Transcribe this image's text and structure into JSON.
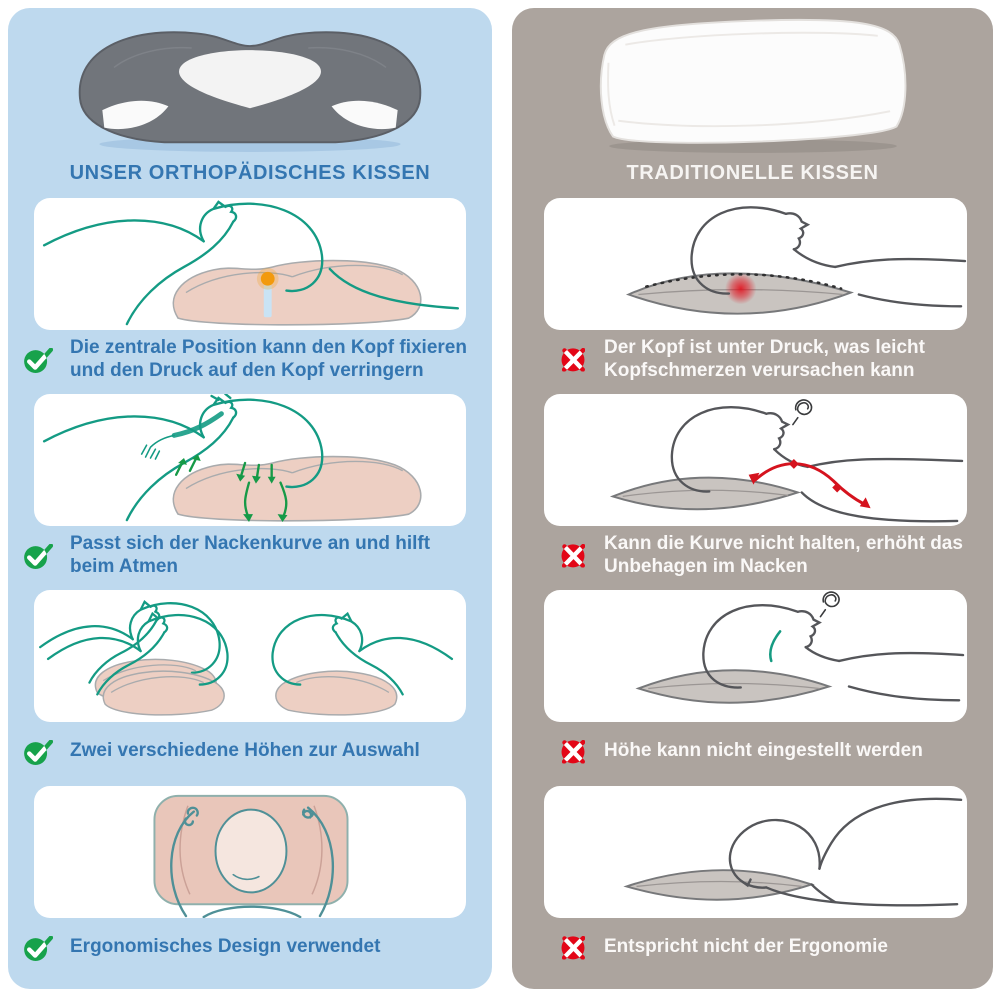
{
  "colors": {
    "left_panel_bg": "#BED9EE",
    "right_panel_bg": "#ACA49E",
    "left_text": "#3476B1",
    "right_text": "#FAF8F7",
    "check_green": "#17A24B",
    "cross_red": "#E30617",
    "lineart_teal": "#149B84",
    "lineart_gray": "#55565A",
    "green_arrows": "#169A47",
    "red_arrow": "#D5131E",
    "pressure_dot_orange": "#F29A0D",
    "pillow_pink": "#EDCFC3",
    "pillow_gray": "#C9C4C0",
    "card_bg": "#FFFFFF"
  },
  "left_panel": {
    "title": "UNSER ORTHOPÄDISCHES KISSEN",
    "photo": "orthopedic-contour-pillow-photo",
    "icon": "check-circle-icon",
    "items": [
      {
        "text": "Die zentrale Position kann den Kopf fixieren\nund den Druck auf den Kopf verringern",
        "illustration": "back-sleeper-centered-head-support"
      },
      {
        "text": "Passt sich der Nackenkurve an und hilft\nbeim Atmen",
        "illustration": "neck-curve-breathing-support"
      },
      {
        "text": "Zwei verschiedene Höhen zur Auswahl",
        "illustration": "two-different-pillow-heights"
      },
      {
        "text": "Ergonomisches Design verwendet",
        "illustration": "ergonomic-top-view-sleeper"
      }
    ]
  },
  "right_panel": {
    "title": "TRADITIONELLE KISSEN",
    "photo": "traditional-white-pillow-photo",
    "icon": "x-circle-icon",
    "items": [
      {
        "text": "Der Kopf ist unter Druck, was leicht\nKopfschmerzen verursachen kann",
        "illustration": "head-pressure-point"
      },
      {
        "text": "Kann die Kurve nicht halten, erhöht das\nUnbehagen im Nacken",
        "illustration": "neck-strain-red-arrow"
      },
      {
        "text": "Höhe kann nicht eingestellt werden",
        "illustration": "fixed-height-pillow"
      },
      {
        "text": "Entspricht nicht der Ergonomie",
        "illustration": "non-ergonomic-posture"
      }
    ]
  }
}
